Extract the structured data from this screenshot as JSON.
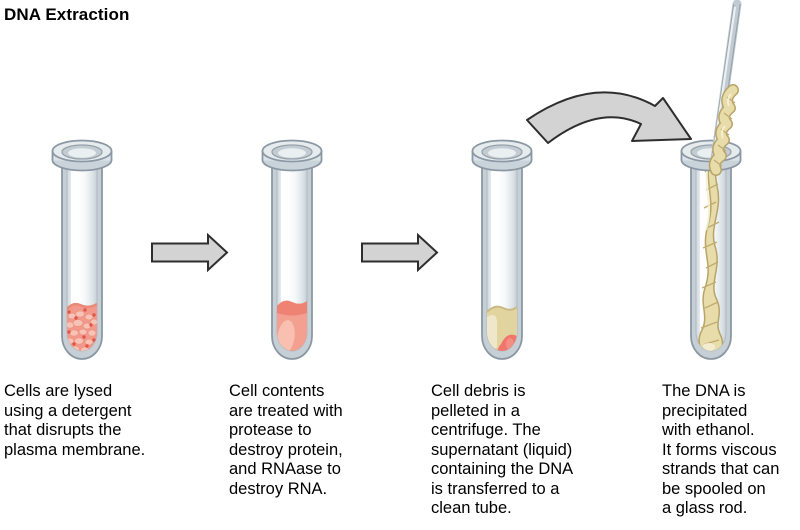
{
  "title": "DNA Extraction",
  "steps": [
    {
      "id": "lysis",
      "tube": "tube-with-lysed-cells",
      "caption": "Cells are lysed\nusing a detergent\nthat disrupts the\nplasma membrane."
    },
    {
      "id": "protease-treatment",
      "tube": "tube-with-cell-lysate",
      "caption": "Cell contents\nare treated with\nprotease to\ndestroy protein,\nand RNAase to\ndestroy RNA."
    },
    {
      "id": "centrifugation",
      "tube": "tube-with-supernatant-and-pellet",
      "caption": "Cell debris is\npelleted in a\ncentrifuge. The\nsupernatant (liquid)\ncontaining the DNA\nis transferred to a\nclean tube."
    },
    {
      "id": "ethanol-precipitation",
      "tube": "tube-with-spooled-dna",
      "caption": "The DNA is\nprecipitated\nwith ethanol.\nIt forms viscous\nstrands that can\nbe spooled on\na glass rod."
    }
  ],
  "colors": {
    "arrow_gray": "#d3d3d3",
    "arrow_outline": "#2e2e2e",
    "tube_outline": "#8b98a3",
    "glass_gray": "#c5cfd5",
    "cell_pink": "#f2998b",
    "cell_blob_light": "#f7c3b6",
    "cell_dot_red": "#dd4b40",
    "lysate_salmon": "#f4a090",
    "lysate_top_coral": "#ee8373",
    "supernatant_tan": "#e1d49e",
    "pellet_coral": "#f1756b",
    "dna_tan": "#e8dcaa",
    "dna_outline": "#b7a468",
    "text_black": "#000000"
  }
}
